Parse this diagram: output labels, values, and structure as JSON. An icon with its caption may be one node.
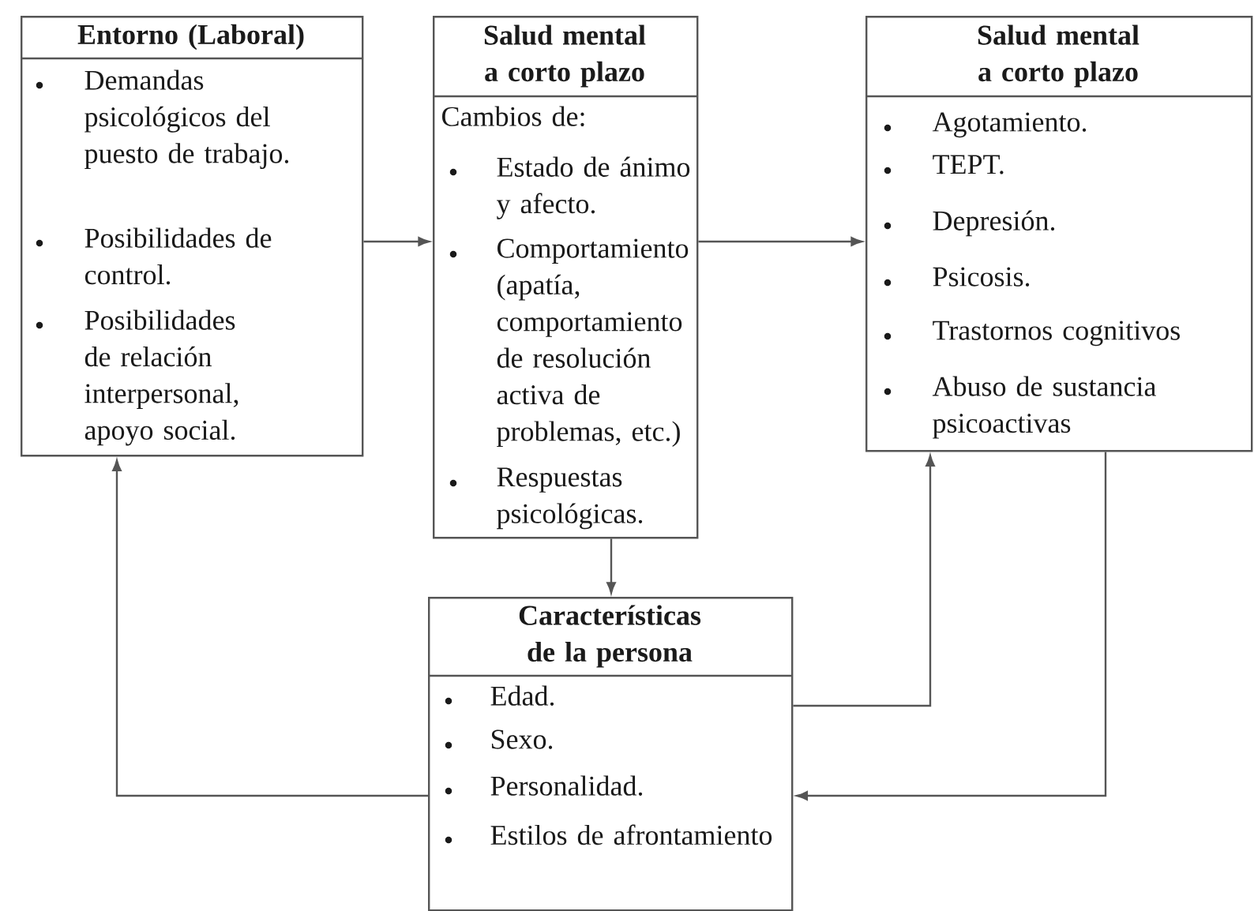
{
  "diagram": {
    "nodes": [
      {
        "text": [
          "Entorno (Laboral)",
          "Demandas psicológicos del puesto de trabajo.",
          "Posibilidades de control.",
          "Posibilidades de relación interpersonal, apoyo social."
        ]
      },
      {
        "text": [
          "Salud mental a corto plazo",
          "Cambios de:",
          "Estado de ánimo y afecto.",
          "Comportamiento (apatía, comportamiento de resolución activa de problemas, etc.)",
          "Respuestas psicológicas."
        ]
      },
      {
        "text": [
          "Salud mental a corto plazo",
          "Agotamiento.",
          "TEPT.",
          "Depresión.",
          "Psicosis.",
          "Trastornos cognitivos",
          "Abuso de sustancia psicoactivas"
        ]
      },
      {
        "text": [
          "Características de la persona",
          "Edad.",
          "Sexo.",
          "Personalidad.",
          "Estilos de afrontamiento"
        ]
      }
    ],
    "edges": [
      {
        "from": 0,
        "to": 1,
        "arrow": "to"
      },
      {
        "from": 1,
        "to": 2,
        "arrow": "to"
      },
      {
        "from": 1,
        "to": 3,
        "arrow": "to"
      },
      {
        "from": 3,
        "to": 0,
        "arrow": "to"
      },
      {
        "from": 3,
        "to": 2,
        "arrow": "to"
      },
      {
        "from": 2,
        "to": 3,
        "arrow": "to"
      }
    ]
  }
}
